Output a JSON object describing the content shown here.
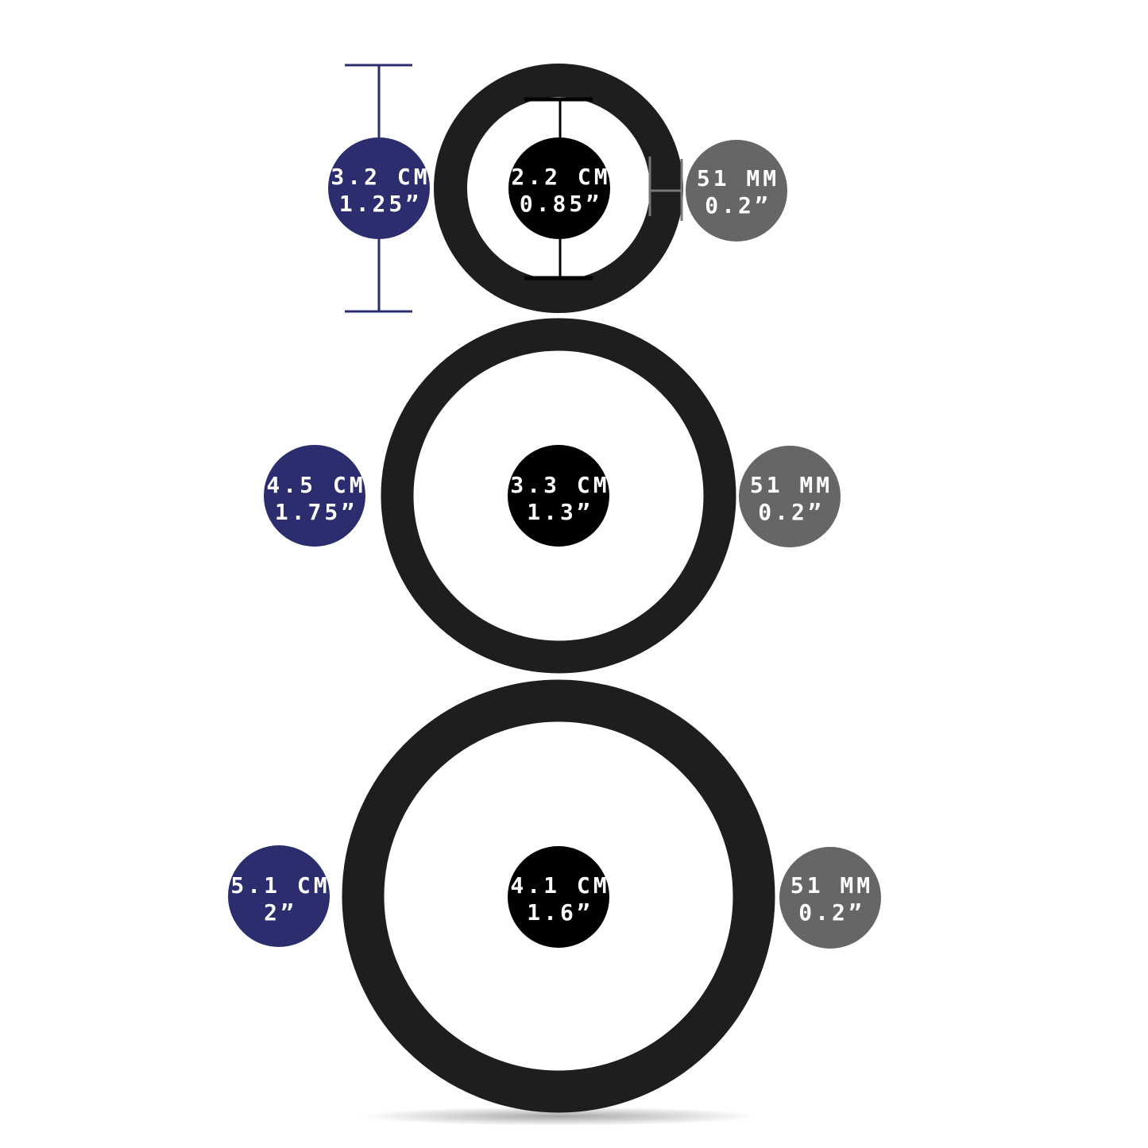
{
  "colors": {
    "outer_badge": "#2b2d6e",
    "inner_badge": "#000000",
    "thickness_badge": "#666666",
    "ring": "#1c1c1c"
  },
  "rings": [
    {
      "outer_cm": "3.2 CM",
      "outer_in": "1.25”",
      "inner_cm": "2.2 CM",
      "inner_in": "0.85”",
      "thick_mm": "51 MM",
      "thick_in": "0.2”"
    },
    {
      "outer_cm": "4.5 CM",
      "outer_in": "1.75”",
      "inner_cm": "3.3 CM",
      "inner_in": "1.3”",
      "thick_mm": "51 MM",
      "thick_in": "0.2”"
    },
    {
      "outer_cm": "5.1 CM",
      "outer_in": "2”",
      "inner_cm": "4.1 CM",
      "inner_in": "1.6”",
      "thick_mm": "51 MM",
      "thick_in": "0.2”"
    }
  ]
}
